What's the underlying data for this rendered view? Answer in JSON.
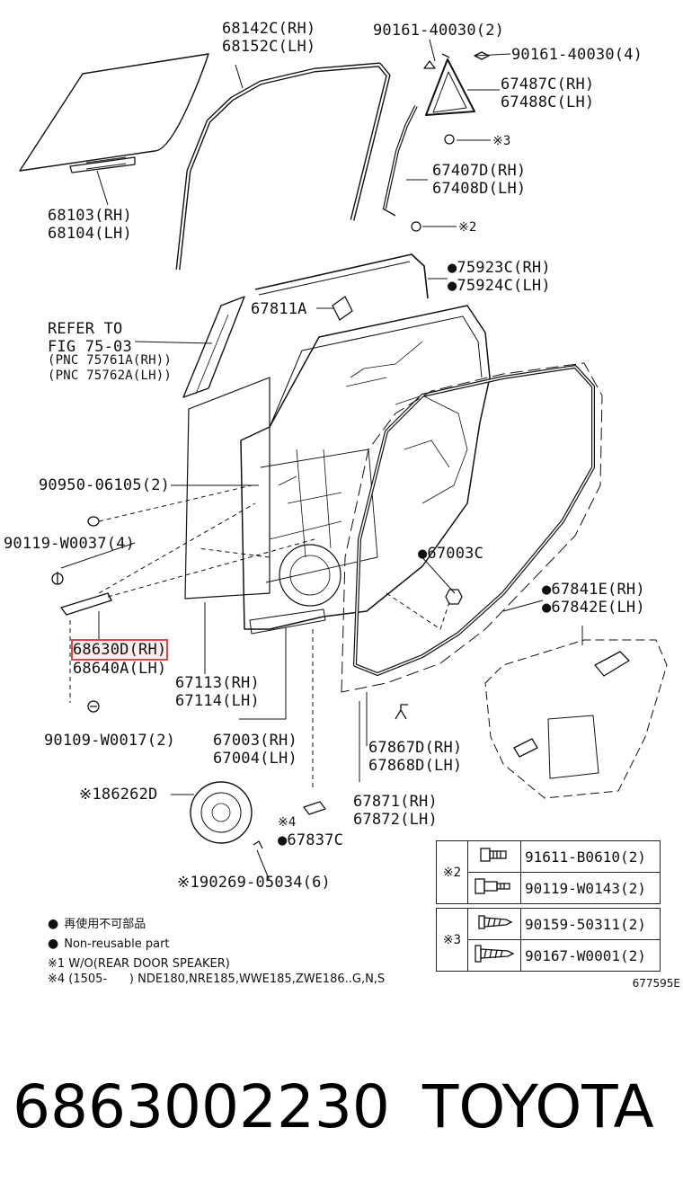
{
  "labels": {
    "l68142": "68142C(RH)\n68152C(LH)",
    "l901612": "90161-40030(2)",
    "l901614": "90161-40030(4)",
    "l67487": "67487C(RH)\n67488C(LH)",
    "l3a": "※3",
    "l67407": "67407D(RH)\n67408D(LH)",
    "l2a": "※2",
    "l68103": "68103(RH)\n68104(LH)",
    "l75923": "●75923C(RH)\n●75924C(LH)",
    "l67811": "67811A",
    "lrefer": "REFER TO\nFIG 75-03",
    "lpnc": "(PNC 75761A(RH))\n(PNC 75762A(LH))",
    "l90950": "90950-06105(2)",
    "l90119": "90119-W0037(4)",
    "l67003c": "●67003C",
    "l67841": "●67841E(RH)\n●67842E(LH)",
    "l68630": "68630D(RH)",
    "l68640": "68640A(LH)",
    "l67113": "67113(RH)\n67114(LH)",
    "l90109": "90109-W0017(2)",
    "l67003": "67003(RH)\n67004(LH)",
    "l67867": "67867D(RH)\n67868D(LH)",
    "l86262": "※186262D",
    "l67871": "67871(RH)\n67872(LH)",
    "l4": "※4",
    "l67837": "●67837C",
    "l90269": "※190269-05034(6)"
  },
  "bolt_table_2": {
    "marker": "※2",
    "rows": [
      {
        "icon": "flange-bolt-icon",
        "part": "91611-B0610(2)"
      },
      {
        "icon": "shoulder-bolt-icon",
        "part": "90119-W0143(2)"
      }
    ]
  },
  "bolt_table_3": {
    "marker": "※3",
    "rows": [
      {
        "icon": "screw-icon",
        "part": "90159-50311(2)"
      },
      {
        "icon": "tapping-screw-icon",
        "part": "90167-W0001(2)"
      }
    ]
  },
  "legend": {
    "non_reuse_jp": "再使用不可部品",
    "non_reuse_en": "Non-reusable part",
    "note1": "※1 W/O(REAR DOOR SPEAKER)",
    "note4": "※4 (1505-      ) NDE180,NRE185,WWE185,ZWE186..G,N,S"
  },
  "diagram_code": "677595E",
  "footer": {
    "part_number": "6863002230",
    "brand": "TOYOTA"
  },
  "highlight_color": "#e0434b"
}
